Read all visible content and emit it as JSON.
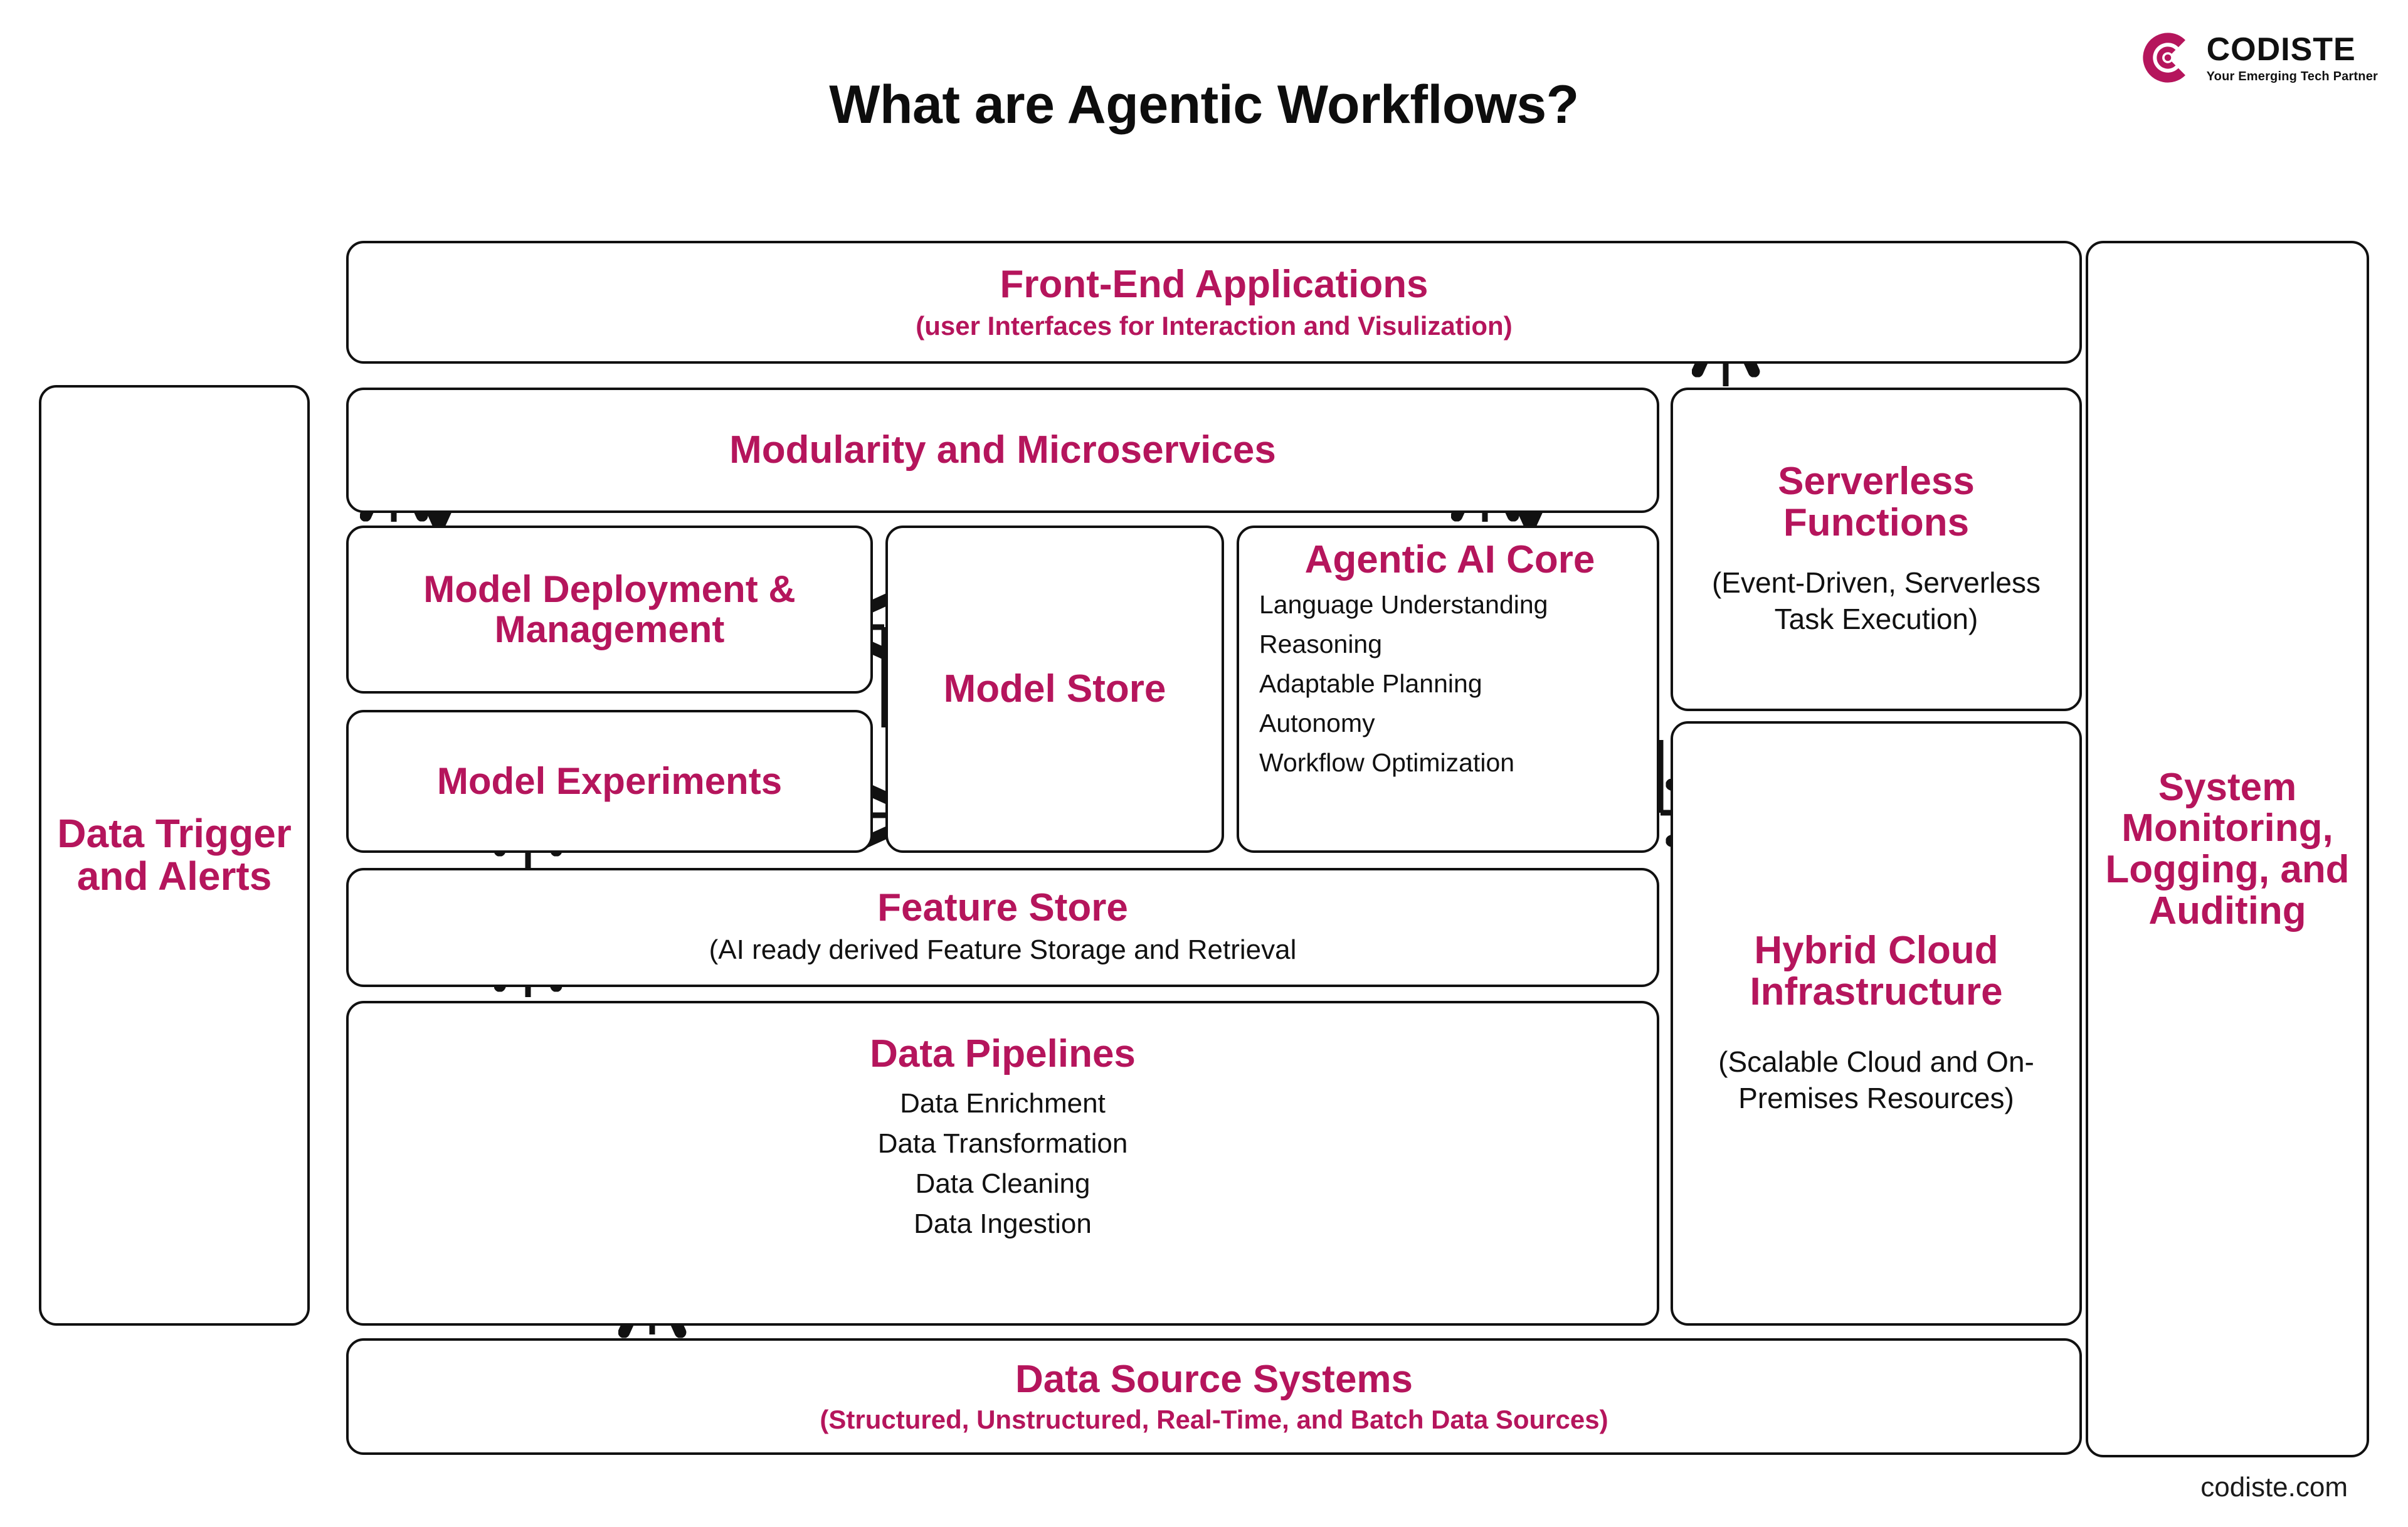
{
  "header": {
    "title": "What are Agentic Workflows?",
    "logo_word": "CODISTE",
    "logo_tagline": "Your Emerging Tech Partner"
  },
  "footer": {
    "url": "codiste.com"
  },
  "colors": {
    "accent": "#b5155c",
    "outline": "#111111",
    "background": "#ffffff",
    "body_text": "#111111"
  },
  "diagram": {
    "front_end": {
      "title": "Front-End Applications",
      "subtitle": "(user Interfaces for Interaction and Visulization)"
    },
    "data_trigger": {
      "title": "Data Trigger and Alerts"
    },
    "system_monitoring": {
      "title": "System Monitoring, Logging, and Auditing"
    },
    "modularity": {
      "title": "Modularity and Microservices"
    },
    "model_deployment": {
      "title": "Model Deployment & Management"
    },
    "model_experiments": {
      "title": "Model Experiments"
    },
    "model_store": {
      "title": "Model Store"
    },
    "agentic_core": {
      "title": "Agentic AI Core",
      "items": [
        "Language Understanding",
        "Reasoning",
        "Adaptable Planning",
        "Autonomy",
        "Workflow Optimization"
      ]
    },
    "serverless": {
      "title": "Serverless Functions",
      "subtitle": "(Event-Driven, Serverless Task Execution)"
    },
    "hybrid_cloud": {
      "title": "Hybrid Cloud Infrastructure",
      "subtitle": "(Scalable Cloud and On-Premises Resources)"
    },
    "feature_store": {
      "title": "Feature Store",
      "subtitle": "(AI ready derived Feature Storage and Retrieval"
    },
    "data_pipelines": {
      "title": "Data Pipelines",
      "items": [
        "Data Enrichment",
        "Data Transformation",
        "Data Cleaning",
        "Data Ingestion"
      ]
    },
    "data_source": {
      "title": "Data Source Systems",
      "subtitle": "(Structured, Unstructured, Real-Time, and Batch Data Sources)"
    }
  }
}
